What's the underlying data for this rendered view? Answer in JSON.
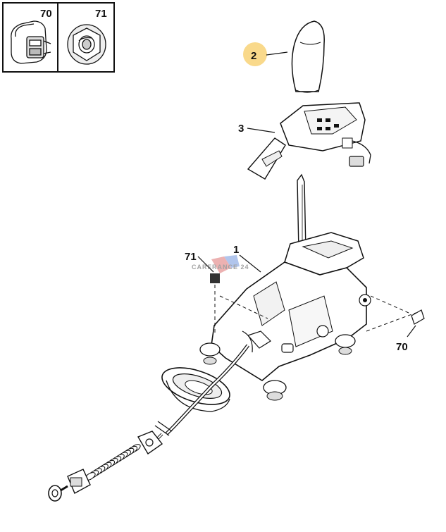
{
  "inset": {
    "items": [
      {
        "ref": "70",
        "icon": "clip-fastener-icon"
      },
      {
        "ref": "71",
        "icon": "flange-nut-icon"
      }
    ]
  },
  "callouts": {
    "knob": "2",
    "gate_panel": "3",
    "selector_housing": "1",
    "nut_marker": "71",
    "clip_marker": "70"
  },
  "highlight_color": "#f9d98b",
  "watermark": "CARFRANCE 24",
  "corner_marks": {
    "bottom_left": "",
    "bottom_right": ""
  }
}
